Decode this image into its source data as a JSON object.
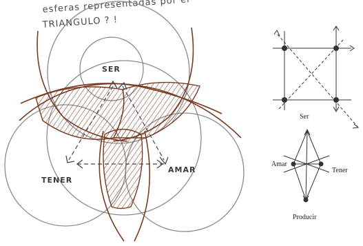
{
  "sketch": {
    "note_line1": "esferas representadas por el",
    "note_line2": "TRIANGULO ? !",
    "label_ser": "SER",
    "label_tener": "TENER",
    "label_amar": "AMAR"
  },
  "diagram_top": {
    "label": "Ser"
  },
  "diagram_bottom": {
    "label_amar": "Amar",
    "label_tener": "Tener",
    "label_producir": "Producir"
  },
  "colors": {
    "paper": "#ffffff",
    "pencil": "#8a8a8a",
    "ink_brown": "#7a3a22",
    "dark": "#333333"
  }
}
